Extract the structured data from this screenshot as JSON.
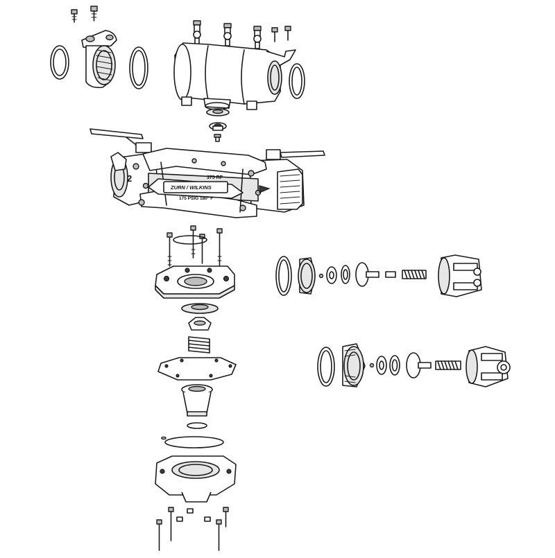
{
  "valve": {
    "model_label": "375 RP",
    "brand_label": "ZURN / WILKINS",
    "rating_label": "175 PSIG  180° F",
    "check_number_label": "2"
  }
}
